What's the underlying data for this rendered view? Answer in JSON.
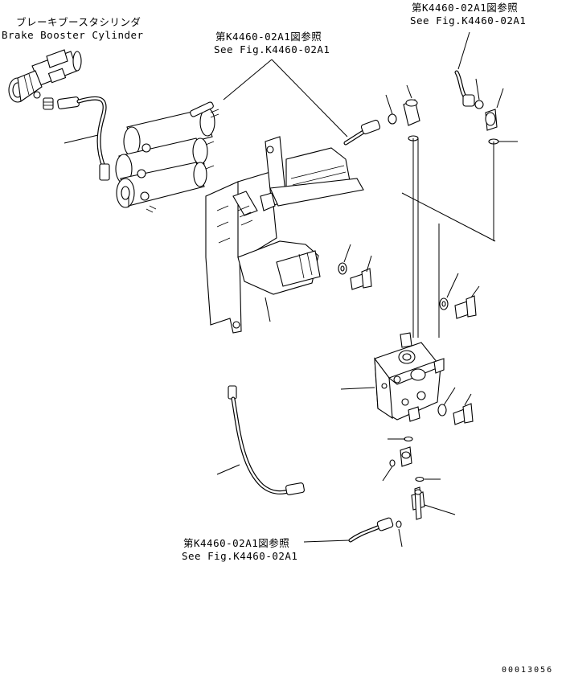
{
  "labels": {
    "booster_jp": "ブレーキブースタシリンダ",
    "booster_en": "Brake Booster Cylinder",
    "ref_top_right_jp": "第K4460-02A1図参照",
    "ref_top_right_en": "See Fig.K4460-02A1",
    "ref_top_center_jp": "第K4460-02A1図参照",
    "ref_top_center_en": "See Fig.K4460-02A1",
    "ref_bottom_jp": "第K4460-02A1図参照",
    "ref_bottom_en": "See Fig.K4460-02A1",
    "drawing_number": "00013056"
  }
}
